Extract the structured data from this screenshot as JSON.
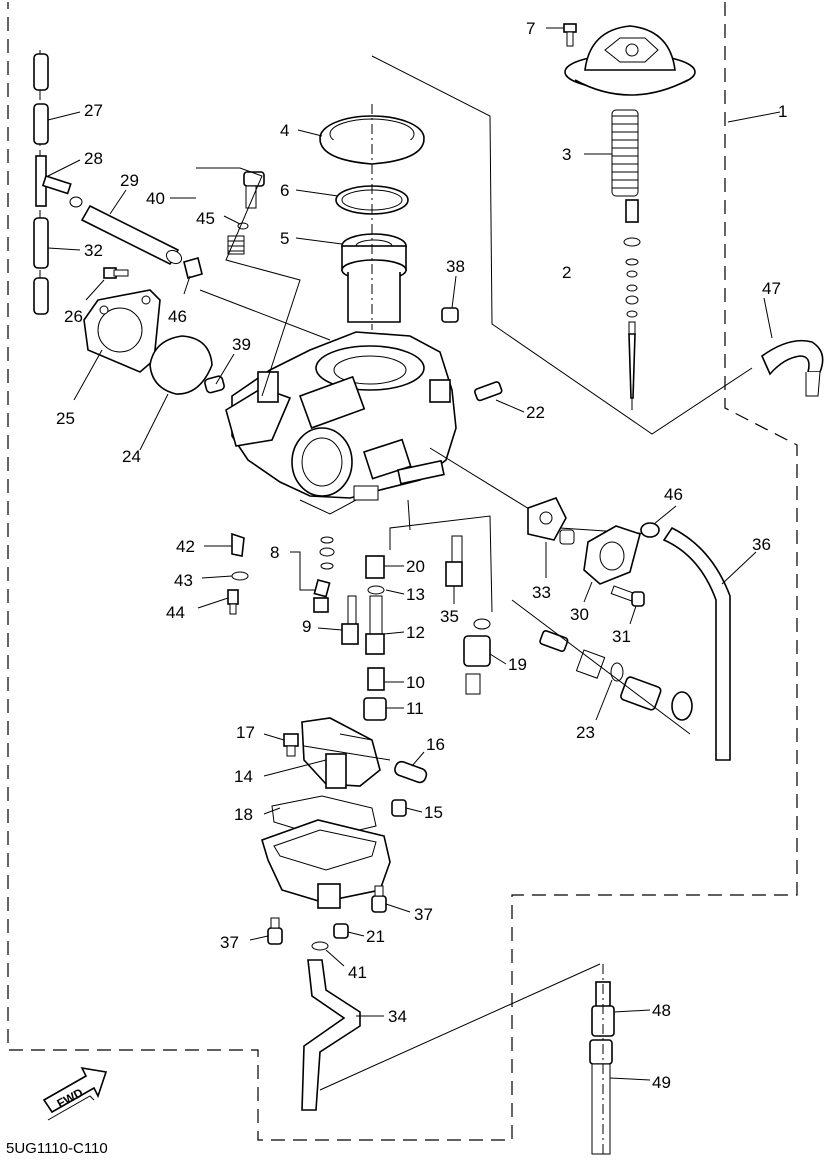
{
  "diagram_code": "5UG1110-C110",
  "fwd_label": "FWD",
  "callouts": {
    "c1": "1",
    "c2": "2",
    "c3": "3",
    "c4": "4",
    "c5": "5",
    "c6": "6",
    "c7": "7",
    "c8": "8",
    "c9": "9",
    "c10": "10",
    "c11": "11",
    "c12": "12",
    "c13": "13",
    "c14": "14",
    "c15": "15",
    "c16": "16",
    "c17": "17",
    "c18": "18",
    "c19": "19",
    "c20": "20",
    "c21": "21",
    "c22": "22",
    "c23": "23",
    "c24": "24",
    "c25": "25",
    "c26": "26",
    "c27": "27",
    "c28": "28",
    "c29": "29",
    "c30": "30",
    "c31": "31",
    "c32": "32",
    "c33": "33",
    "c34": "34",
    "c35": "35",
    "c36": "36",
    "c37a": "37",
    "c37b": "37",
    "c38": "38",
    "c39": "39",
    "c40": "40",
    "c41": "41",
    "c42": "42",
    "c43": "43",
    "c44": "44",
    "c45": "45",
    "c46a": "46",
    "c46b": "46",
    "c47": "47",
    "c48": "48",
    "c49": "49"
  }
}
